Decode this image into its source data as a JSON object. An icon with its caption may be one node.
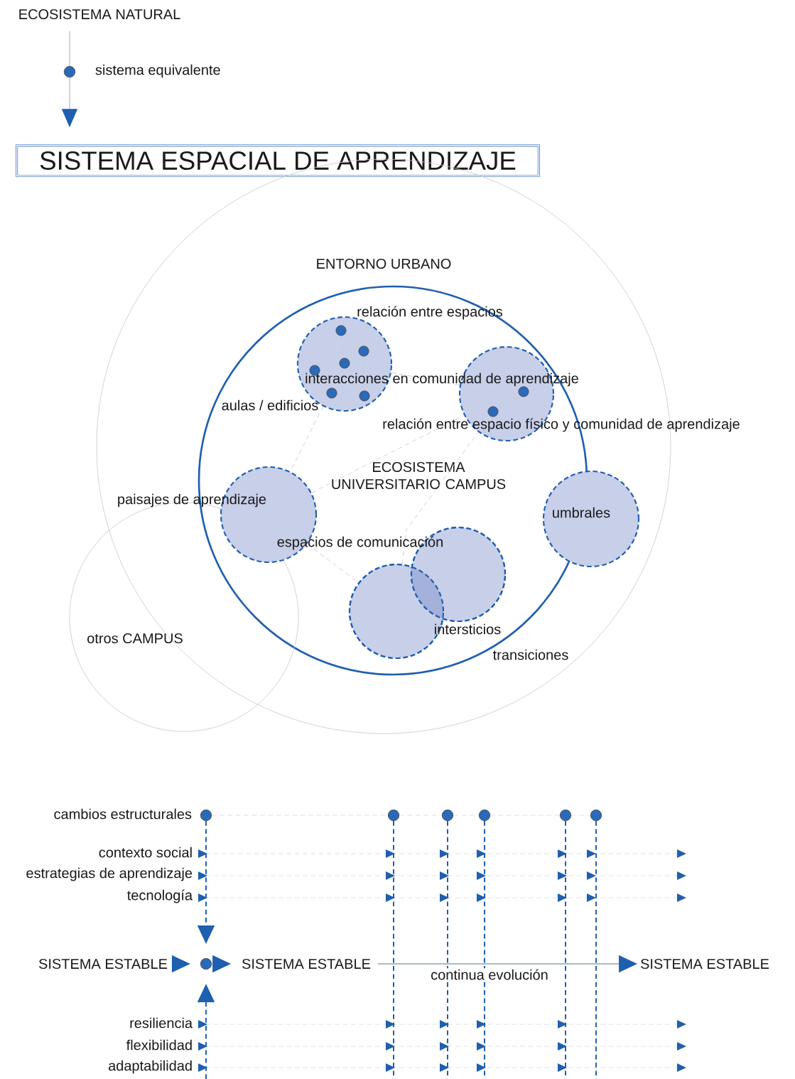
{
  "diagram": {
    "nodes": [
      {
        "text": [
          "ECOSISTEMA NATURAL"
        ]
      },
      {
        "text": [],
        "shape": "circle",
        "beside": [
          "sistema equivalente"
        ]
      },
      {
        "text": [
          "SISTEMA ESPACIAL DE APRENDIZAJE"
        ]
      },
      {
        "text": [
          "ENTORNO URBANO"
        ]
      },
      {
        "text": [
          "ECOSISTEMA UNIVERSITARIO CAMPUS"
        ],
        "in": 3
      },
      {
        "text": [
          "otros CAMPUS"
        ]
      },
      {
        "text": [
          "aulas / edificios"
        ],
        "in": 4
      },
      {
        "text": [],
        "shape": "circle",
        "in": 4
      },
      {
        "text": [
          "paisajes de aprendizaje"
        ],
        "in": 4
      },
      {
        "text": [
          "umbrales"
        ],
        "in": 3
      },
      {
        "text": [],
        "shape": "circle",
        "in": 4
      },
      {
        "text": [],
        "shape": "circle",
        "in": 4
      },
      {
        "text": [],
        "shape": "circle",
        "beside": [
          "cambios estructurales"
        ]
      },
      {
        "text": [
          "SISTEMA ESTABLE"
        ]
      },
      {
        "text": [],
        "shape": "circle"
      },
      {
        "text": [
          "SISTEMA ESTABLE"
        ]
      },
      {
        "text": [
          "SISTEMA ESTABLE"
        ]
      },
      {
        "text": [],
        "shape": "circle"
      },
      {
        "text": [],
        "shape": "circle"
      },
      {
        "text": [],
        "shape": "circle"
      },
      {
        "text": [],
        "shape": "circle"
      },
      {
        "text": [],
        "shape": "circle"
      }
    ],
    "edges": [
      {
        "from": 0,
        "to": 1,
        "arrow": "none",
        "color": "#c8c8c8"
      },
      {
        "from": 1,
        "to": 2,
        "arrow": "to",
        "color": "#c8c8c8"
      },
      {
        "from": 13,
        "to": 14,
        "arrow": "to"
      },
      {
        "from": 14,
        "to": 15,
        "arrow": "to"
      },
      {
        "from": 15,
        "to": 16,
        "arrow": "to",
        "label": "continua evolución",
        "color": "#8fa5a8"
      },
      {
        "from": 12,
        "to": 14,
        "arrow": "to",
        "style": "dashed"
      },
      {
        "from": null,
        "to": 14,
        "arrow": "to",
        "style": "dashed"
      },
      {
        "from": 6,
        "to": 7,
        "arrow": "none",
        "style": "dashed",
        "color": "#c8c8c8"
      },
      {
        "from": 6,
        "to": 8,
        "arrow": "none",
        "style": "dashed",
        "color": "#c8c8c8"
      },
      {
        "from": 8,
        "to": 7,
        "arrow": "none",
        "style": "dashed",
        "color": "#c8c8c8"
      },
      {
        "from": 8,
        "to": 10,
        "arrow": "none",
        "style": "dashed",
        "color": "#c8c8c8"
      },
      {
        "from": 10,
        "to": 7,
        "arrow": "none",
        "style": "dashed",
        "color": "#c8c8c8"
      },
      {
        "from": 17,
        "to": null,
        "arrow": "none",
        "style": "dashed"
      },
      {
        "from": 18,
        "to": null,
        "arrow": "none",
        "style": "dashed"
      },
      {
        "from": 19,
        "to": null,
        "arrow": "none",
        "style": "dashed"
      },
      {
        "from": 20,
        "to": null,
        "arrow": "none",
        "style": "dashed"
      },
      {
        "from": 21,
        "to": null,
        "arrow": "none",
        "style": "dashed"
      },
      {
        "from": 12,
        "to": 17,
        "arrow": "none",
        "style": "dashed",
        "color": "#dadada"
      },
      {
        "from": 17,
        "to": 18,
        "arrow": "none",
        "style": "dashed",
        "color": "#dadada"
      },
      {
        "from": 18,
        "to": 19,
        "arrow": "none",
        "style": "dashed",
        "color": "#dadada"
      },
      {
        "from": 19,
        "to": 20,
        "arrow": "none",
        "style": "dashed",
        "color": "#dadada"
      },
      {
        "from": 20,
        "to": 21,
        "arrow": "none",
        "style": "dashed",
        "color": "#dadada"
      }
    ],
    "labels": [
      "relación entre espacios",
      "interacciones en comunidad de aprendizaje",
      "relación entre espacio físico y comunidad de aprendizaje",
      "espacios de comunicación",
      "intersticios",
      "transiciones",
      "contexto social",
      "estrategias de aprendizaje",
      "tecnología",
      "resiliencia",
      "flexibilidad",
      "adaptabilidad"
    ]
  }
}
